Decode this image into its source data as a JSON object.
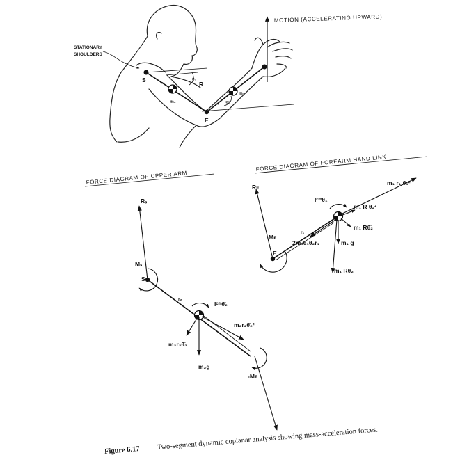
{
  "top_view": {
    "motion_label": "MOTION (ACCELERATING UPWARD)",
    "shoulders_label_line1": "STATIONARY",
    "shoulders_label_line2": "SHOULDERS",
    "joint_s": "S",
    "joint_e": "E",
    "link_r": "R",
    "r2": "r₂",
    "r1": "r₁",
    "theta2": "θ₂",
    "theta1": "θ₁",
    "m2": "m₂",
    "m1": "m₁"
  },
  "upper_arm": {
    "title": "FORCE DIAGRAM OF UPPER ARM",
    "rs": "Rₛ",
    "ms": "Mₛ",
    "s": "S",
    "r2": "r₂",
    "icm": "Iᶜᵐθ̈₂",
    "m2r2_theta_dot_sq": "m₂r₂θ̇₂²",
    "m2r2_theta_ddot": "m₂r₂θ̈₂",
    "m2g": "m₂g",
    "neg_me": "-Mᴇ"
  },
  "forearm": {
    "title": "FORCE DIAGRAM OF FOREARM HAND LINK",
    "re": "Rᴇ",
    "me": "Mᴇ",
    "e": "E",
    "r1": "r₁",
    "icm": "Iᶜᵐθ̈₁",
    "m1r1_theta1_dot_sq": "m₁ r₁ θ̇₁²",
    "m1R_theta2_dot_sq": "m₁ R θ̇₂²",
    "m1R_theta2_ddot_a": "m₁ Rθ̈₂",
    "coriolis": "2m₁θ̇₁θ̇₂r₁",
    "m1g": "m₁ g",
    "m1R_theta2_ddot_b": "m₁ Rθ̈₂"
  },
  "caption": {
    "figure": "Figure 6.17",
    "text": "Two-segment dynamic coplanar analysis showing mass-acceleration forces."
  }
}
